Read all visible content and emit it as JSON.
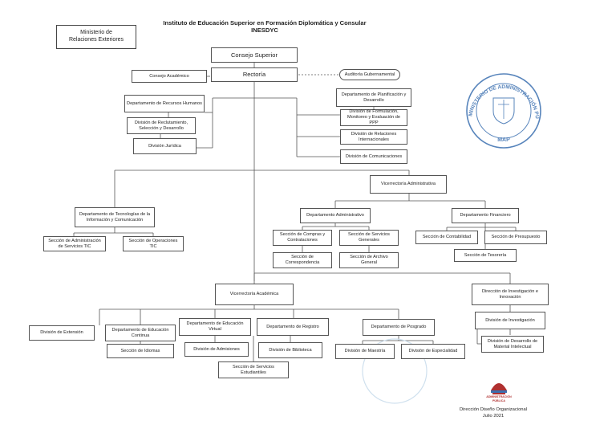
{
  "header": {
    "title_line1": "Instituto de Educación Superior en Formación Diplomática y Consular",
    "title_line2": "INESDYC"
  },
  "ministry_box": {
    "line1": "Ministerio de",
    "line2": "Relaciones Exteriores"
  },
  "nodes": {
    "consejo_superior": "Consejo Superior",
    "rectoria": "Rectoría",
    "consejo_academico": "Consejo Académico",
    "auditoria": "Auditoría Gubernamental",
    "dep_recursos_humanos": "Departamento de Recursos Humanos",
    "div_reclutamiento": "División de Reclutamiento, Selección y Desarrollo",
    "div_juridica": "División Jurídica",
    "dep_planificacion": "Departamento de Planificación y Desarrollo",
    "div_formulacion": "División de Formulación, Monitoreo y Evaluación de PPP",
    "div_relaciones_int": "División de Relaciones Internacionales",
    "div_comunicaciones": "División de Comunicaciones",
    "vice_administrativa": "Vicerrectoría Administrativa",
    "dep_tic": "Departamento de Tecnologías de la Información y Comunicación",
    "sec_admin_tic": "Sección de Administración de Servicios TIC",
    "sec_operaciones_tic": "Sección de Operaciones TIC",
    "dep_administrativo": "Departamento Administrativo",
    "sec_compras": "Sección de Compras y Contrataciones",
    "sec_servicios_generales": "Sección de Servicios Generales",
    "sec_correspondencia": "Sección de Correspondencia",
    "sec_archivo": "Sección de Archivo General",
    "dep_financiero": "Departamento Financiero",
    "sec_contabilidad": "Sección de Contabilidad",
    "sec_presupuesto": "Sección de Presupuesto",
    "sec_tesoreria": "Sección de Tesorería",
    "vice_academica": "Vicerrectoría Académica",
    "dir_investigacion": "Dirección de Investigación e Innovación",
    "div_investigacion": "División de Investigación",
    "div_material_intelectual": "División de Desarrollo de Material Intelectual",
    "div_extension": "División de Extensión",
    "dep_educacion_continua": "Departamento de Educación Continua",
    "sec_idiomas": "Sección de Idiomas",
    "dep_educacion_virtual": "Departamento de Educación Virtual",
    "div_admisiones": "División de Admisiones",
    "dep_registro": "Departamento de Registro",
    "div_biblioteca": "División de Biblioteca",
    "sec_servicios_estudiantiles": "Sección de Servicios Estudiantiles",
    "dep_posgrado": "Departamento de Posgrado",
    "div_maestria": "División de Maestría",
    "div_especialidad": "División de Especialidad"
  },
  "stamp": {
    "ring_text": "MINISTERIO DE ADMINISTRACIÓN PÚBLICA",
    "abbr": "MAP"
  },
  "logo": {
    "line1": "ADMINISTRACIÓN",
    "line2": "PÚBLICA"
  },
  "footer": {
    "line1": "Dirección Diseño Organizacional",
    "line2": "Julio 2021"
  },
  "colors": {
    "line": "#555555",
    "stamp": "#3a6fb0",
    "logo": "#b03030"
  }
}
